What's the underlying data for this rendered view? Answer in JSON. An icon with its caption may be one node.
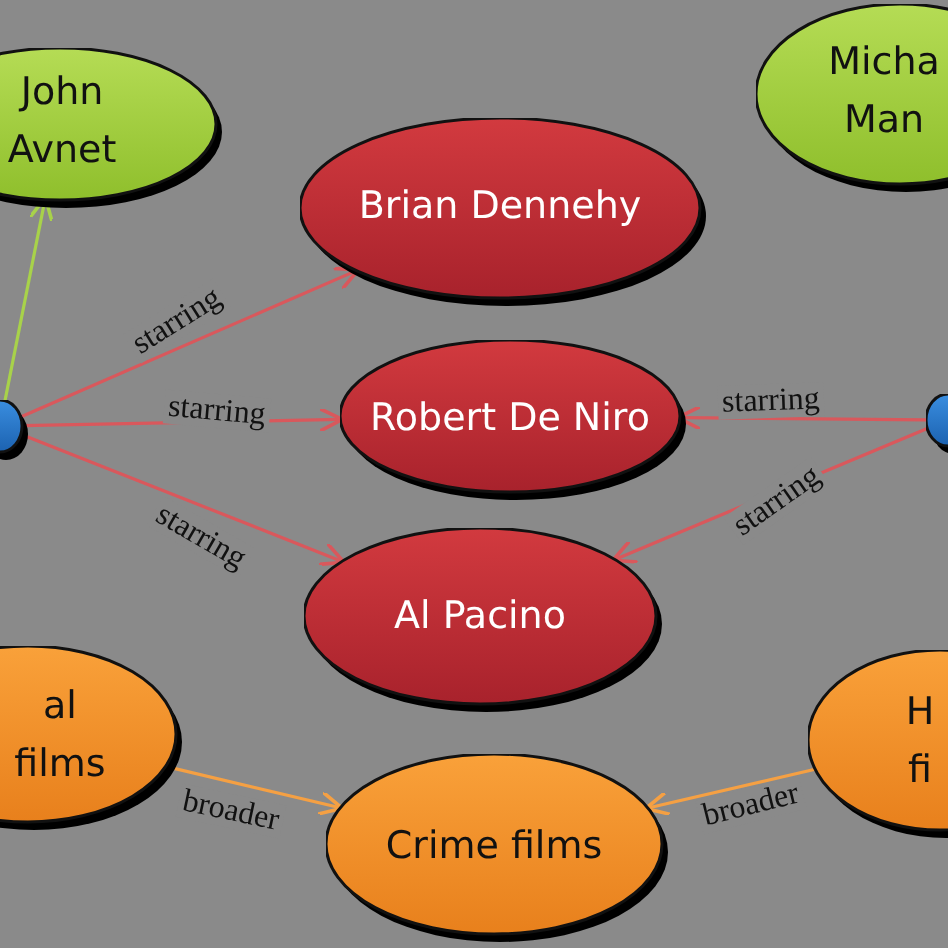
{
  "diagram": {
    "nodes": [
      {
        "text": [
          "John Avnet"
        ]
      },
      {
        "text": [
          "Micha Man"
        ]
      },
      {
        "text": [
          "Brian Dennehy"
        ]
      },
      {
        "text": [
          "Robert De Niro"
        ]
      },
      {
        "text": [
          "Al Pacino"
        ]
      },
      {
        "text": [],
        "shape": "circle"
      },
      {
        "text": [],
        "shape": "circle"
      },
      {
        "text": [
          "al films"
        ]
      },
      {
        "text": [
          "Crime films"
        ]
      },
      {
        "text": [
          "H fi"
        ]
      }
    ],
    "edges": [
      {
        "from": 5,
        "to": 0,
        "arrow": "to",
        "color": "#a8d24a"
      },
      {
        "from": 5,
        "to": 2,
        "arrow": "to",
        "label": "starring"
      },
      {
        "from": 5,
        "to": 3,
        "arrow": "to",
        "label": "starring"
      },
      {
        "from": 5,
        "to": 4,
        "arrow": "to",
        "label": "starring"
      },
      {
        "from": 6,
        "to": 3,
        "arrow": "to",
        "label": "starring"
      },
      {
        "from": 6,
        "to": 4,
        "arrow": "to",
        "label": "starring"
      },
      {
        "from": 7,
        "to": 8,
        "arrow": "to",
        "label": "broader",
        "color": "#f5a043"
      },
      {
        "from": 9,
        "to": 8,
        "arrow": "to",
        "label": "broader",
        "color": "#f5a043"
      }
    ]
  }
}
